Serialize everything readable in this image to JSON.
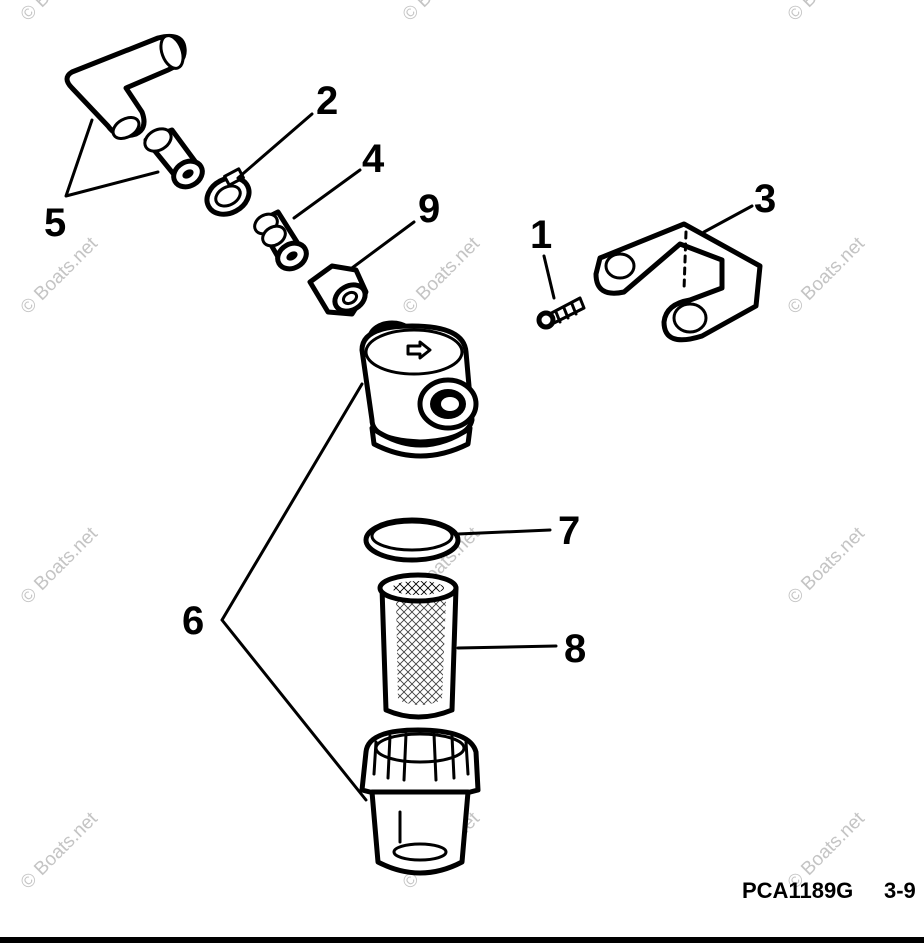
{
  "callouts": {
    "c1": "1",
    "c2": "2",
    "c3": "3",
    "c4": "4",
    "c5": "5",
    "c6": "6",
    "c7": "7",
    "c8": "8",
    "c9": "9"
  },
  "footer": {
    "code": "PCA1189G",
    "page": "3-9"
  },
  "watermark": {
    "text": "© Boats.net"
  }
}
